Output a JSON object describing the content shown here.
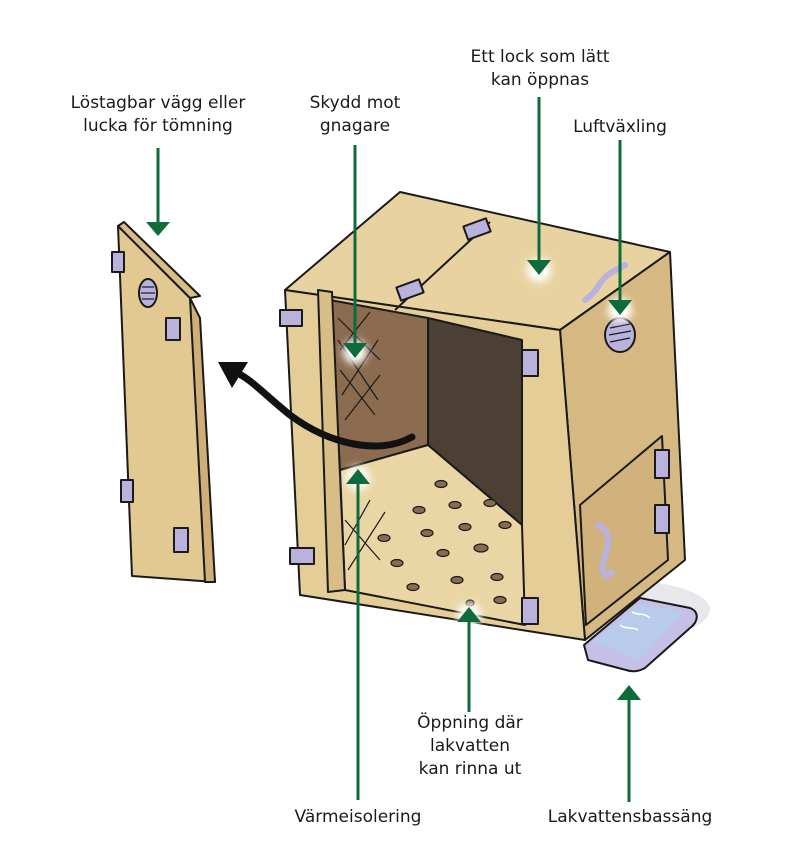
{
  "colors": {
    "arrow": "#0e6b3a",
    "wood_light": "#e8d3a0",
    "wood_mid": "#d9bd86",
    "wood_dark": "#c7a974",
    "interior_light": "#8a6a4e",
    "interior_dark": "#4c4034",
    "metal": "#b9b2dc",
    "water": "#b8cbeb",
    "outline": "#1a1a1a"
  },
  "labels": {
    "removable_wall": "Löstagbar vägg eller\nlucka för tömning",
    "rodent_protection": "Skydd mot\ngnagare",
    "easy_lid": "Ett lock som lätt\nkan öppnas",
    "ventilation": "Luftväxling",
    "drain_opening": "Öppning där\nlakvatten\nkan rinna ut",
    "insulation": "Värmeisolering",
    "leachate_basin": "Lakvattensbassäng"
  }
}
